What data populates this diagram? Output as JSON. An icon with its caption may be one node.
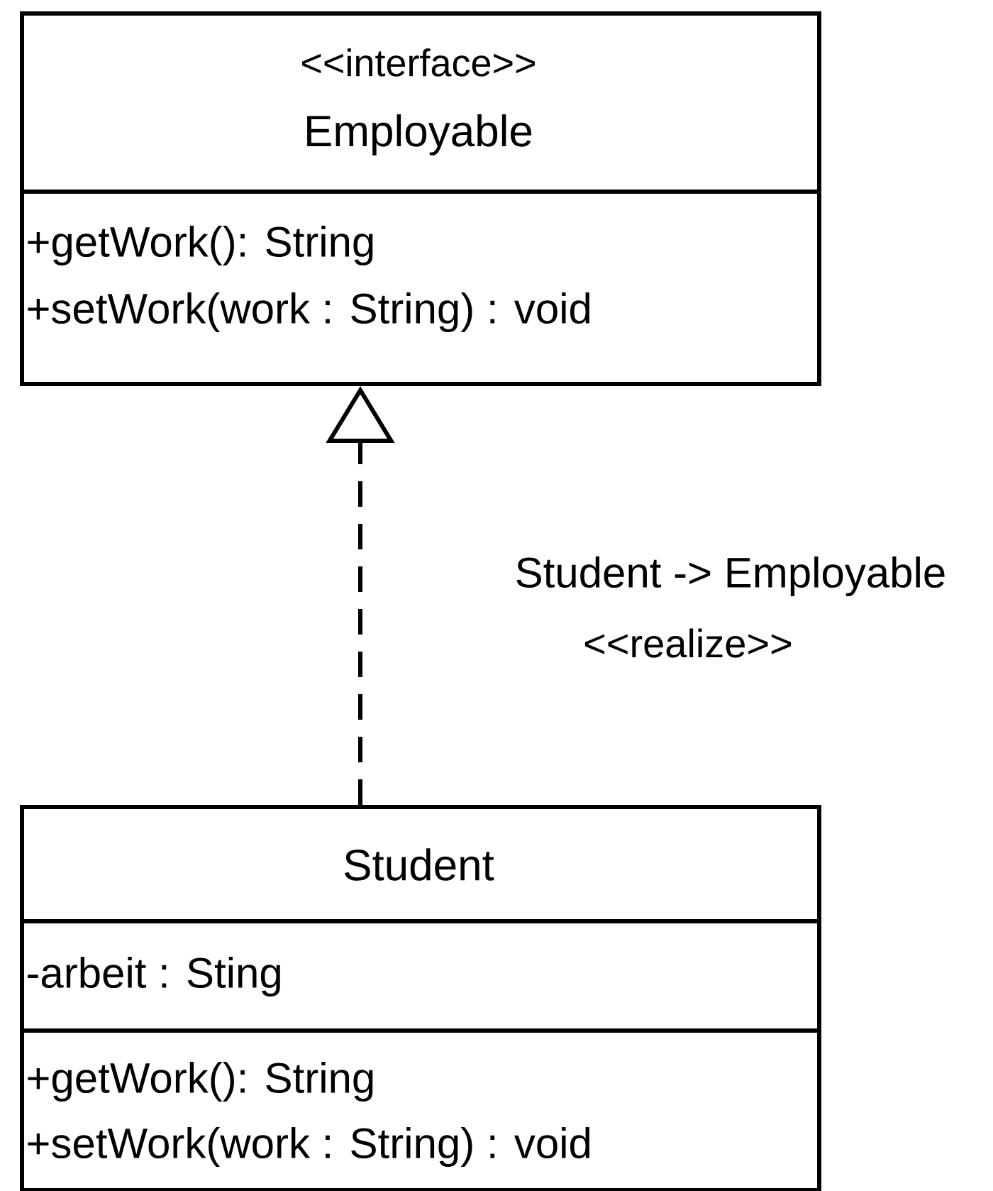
{
  "diagram": {
    "nodes": [
      {
        "text": [
          "<<interface>>",
          "Employable",
          "+getWork(): String",
          "+setWork(work : String) : void"
        ]
      },
      {
        "text": [
          "Student",
          "-arbeit : Sting",
          "+getWork(): String",
          "+setWork(work : String) : void"
        ]
      }
    ],
    "edges": [
      {
        "from": 1,
        "to": 0,
        "arrow": "to",
        "style": "dashed",
        "label": "Student -> Employable"
      }
    ],
    "labels": [
      "<<realize>>"
    ]
  }
}
